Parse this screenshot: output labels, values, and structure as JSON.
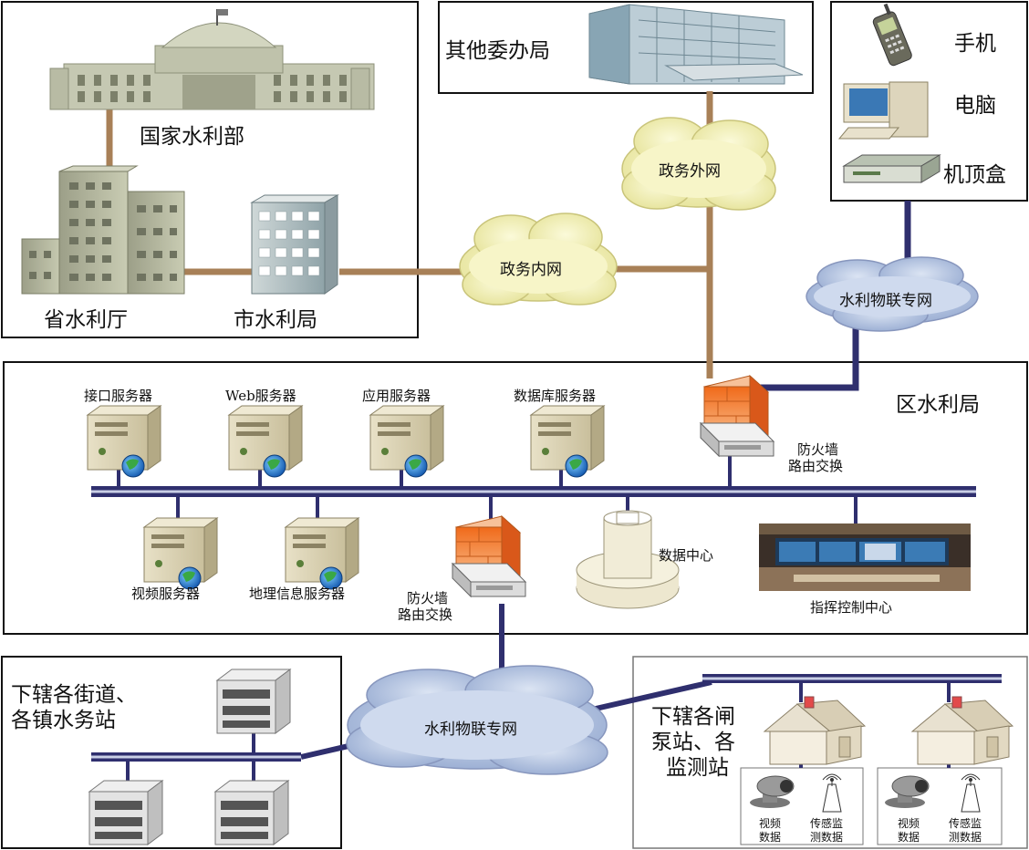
{
  "top_left_panel": {
    "ministry": "国家水利部",
    "province": "省水利厅",
    "city": "市水利局"
  },
  "top_center_panel": {
    "title": "其他委办局"
  },
  "top_right_panel": {
    "devices": [
      "手机",
      "电脑",
      "机顶盒"
    ]
  },
  "networks": {
    "gov_internal": "政务内网",
    "gov_external": "政务外网",
    "iot_upper": "水利物联专网",
    "iot_lower": "水利物联专网"
  },
  "district_panel": {
    "title": "区水利局",
    "servers_top": [
      "接口服务器",
      "Web服务器",
      "应用服务器",
      "数据库服务器"
    ],
    "servers_bottom": [
      "视频服务器",
      "地理信息服务器"
    ],
    "firewall_top": [
      "防火墙",
      "路由交换"
    ],
    "firewall_bottom": [
      "防火墙",
      "路由交换"
    ],
    "data_center": "数据中心",
    "command_center": "指挥控制中心"
  },
  "bottom_left_panel": {
    "title": [
      "下辖各街道、",
      "各镇水务站"
    ]
  },
  "bottom_right_panel": {
    "title": [
      "下辖各闸",
      "泵站、各",
      "监测站"
    ],
    "stations": [
      {
        "video": [
          "视频",
          "数据"
        ],
        "sensor": [
          "传感监",
          "测数据"
        ]
      },
      {
        "video": [
          "视频",
          "数据"
        ],
        "sensor": [
          "传感监",
          "测数据"
        ]
      }
    ]
  },
  "colors": {
    "bus": "#2f2f6e",
    "brown_link": "#a88057",
    "cloud_yellow": "#f3f1b8",
    "cloud_blue": "#b9c8e3"
  }
}
